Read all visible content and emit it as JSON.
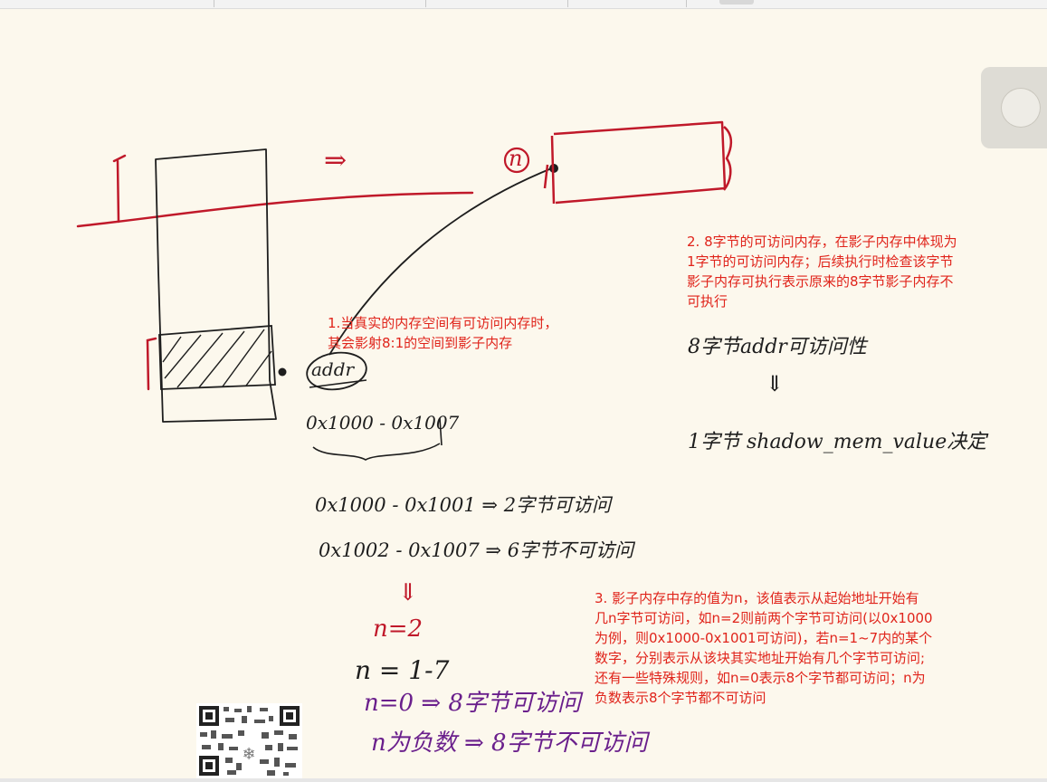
{
  "notes": {
    "note1": "1.当真实的内存空间有可访问内存时，\n其会影射8:1的空间到影子内存",
    "note2": "2. 8字节的可访问内存，在影子内存中体现为\n1字节的可访问内存；后续执行时检查该字节\n影子内存可执行表示原来的8字节影子内存不\n可执行",
    "note3": "3. 影子内存中存的值为n，该值表示从起始地址开始有\n几n字节可访问，如n=2则前两个字节可访问(以0x1000\n为例，则0x1000-0x1001可访问)，若n=1~7内的某个\n数字，分别表示从该块其实地址开始有几个字节可访问;\n还有一些特殊规则，如n=0表示8个字节都可访问；n为\n负数表示8个字节都不可访问"
  },
  "handwriting": {
    "arrow_right": "⇒",
    "n_circle": "n",
    "addr": "addr",
    "range_full": "0x1000 - 0x1007",
    "range_a": "0x1000 - 0x1001 ⇒ 2字节可访问",
    "range_b": "0x1002 - 0x1007 ⇒ 6字节不可访问",
    "down_arrow_left": "⇓",
    "n_eq_2": "n=2",
    "n_range": "n = 1-7",
    "n_zero": "n=0  ⇒  8字节可访问",
    "n_negative": "n为负数 ⇒  8字节不可访问",
    "eight_byte_addr": "8字节addr可访问性",
    "down_arrow_right": "⇓",
    "one_byte_shadow": "1字节  shadow_mem_value决定"
  },
  "colors": {
    "background": "#fcf8ed",
    "red_text": "#e0241b",
    "red_ink": "#c0192a",
    "black_ink": "#1e1e1e",
    "purple_ink": "#6a1f8c"
  }
}
